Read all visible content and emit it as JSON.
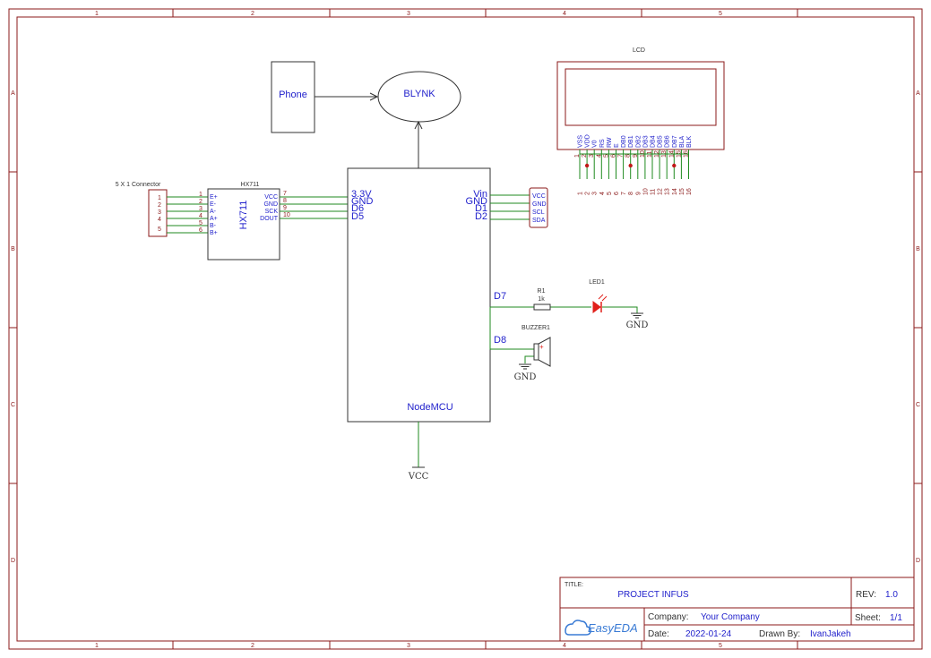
{
  "frame": {
    "columns": [
      "1",
      "2",
      "3",
      "4",
      "5"
    ],
    "rows": [
      "A",
      "B",
      "C",
      "D"
    ]
  },
  "blocks": {
    "phone": "Phone",
    "blynk": "BLYNK"
  },
  "lcd": {
    "title": "LCD",
    "pin_names": [
      "VSS",
      "VDD",
      "V0",
      "RS",
      "RW",
      "E",
      "DB0",
      "DB1",
      "DB2",
      "DB3",
      "DB4",
      "DB5",
      "DB6",
      "DB7",
      "BLA",
      "BLK"
    ],
    "pin_numbers": [
      "1",
      "2",
      "3",
      "4",
      "5",
      "6",
      "7",
      "8",
      "9",
      "10",
      "11",
      "12",
      "13",
      "14",
      "15",
      "16"
    ]
  },
  "connector5": {
    "title": "5 X 1 Connector",
    "pins": [
      "1",
      "2",
      "3",
      "4",
      "5"
    ]
  },
  "hx711": {
    "title": "HX711",
    "label": "HX711",
    "left_pin_numbers": [
      "1",
      "2",
      "3",
      "4",
      "5",
      "6"
    ],
    "left_pin_names": [
      "E+",
      "E-",
      "A-",
      "A+",
      "B-",
      "B+"
    ],
    "right_pin_names": [
      "VCC",
      "GND",
      "SCK",
      "DOUT"
    ],
    "right_pin_numbers": [
      "7",
      "8",
      "9",
      "10"
    ]
  },
  "nodemcu": {
    "label": "NodeMCU",
    "left_pins": [
      "3.3V",
      "GND",
      "D6",
      "D5"
    ],
    "right_pins": [
      "Vin",
      "GND",
      "D1",
      "D2"
    ],
    "d7": "D7",
    "d8": "D8"
  },
  "i2c": {
    "pins": [
      "VCC",
      "GND",
      "SCL",
      "SDA"
    ]
  },
  "r1": {
    "ref": "R1",
    "value": "1k"
  },
  "led1": {
    "ref": "LED1"
  },
  "buzzer": {
    "ref": "BUZZER1",
    "plus": "+"
  },
  "power": {
    "gnd_led": "GND",
    "gnd_buzzer": "GND",
    "vcc": "VCC"
  },
  "title_block": {
    "title_label": "TITLE:",
    "title": "PROJECT INFUS",
    "rev_label": "REV:",
    "rev": "1.0",
    "logo": "EasyEDA",
    "company_label": "Company:",
    "company": "Your Company",
    "sheet_label": "Sheet:",
    "sheet": "1/1",
    "date_label": "Date:",
    "date": "2022-01-24",
    "drawn_label": "Drawn By:",
    "drawn": "IvanJakeh"
  },
  "colors": {
    "frame": "#8b1a1a",
    "wire": "#1f8a1f",
    "net_label": "#2222cc",
    "led": "#e0201a",
    "logo": "#3a7bd5"
  }
}
